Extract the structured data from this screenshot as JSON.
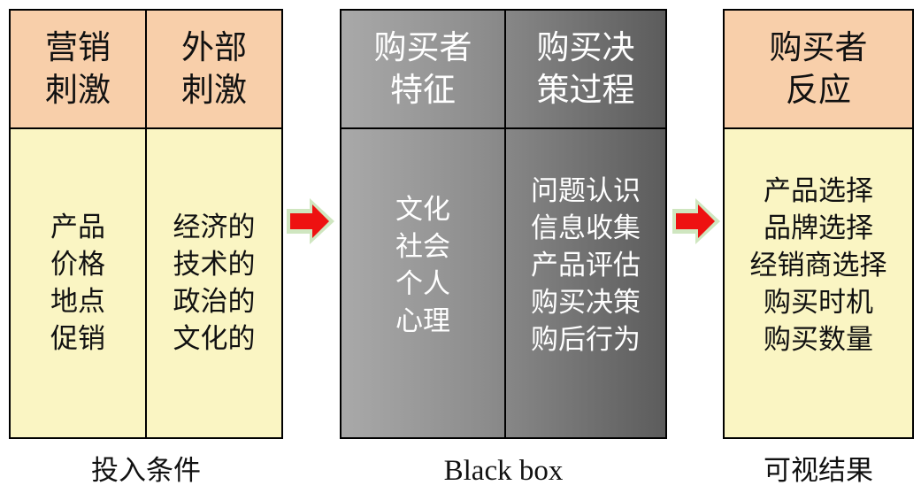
{
  "stimuli": {
    "marketing_header": "营销\n刺激",
    "external_header": "外部\n刺激",
    "marketing_items": "产品\n价格\n地点\n促销",
    "external_items": "经济的\n技术的\n政治的\n文化的",
    "caption": "投入条件"
  },
  "black_box": {
    "traits_header": "购买者\n特征",
    "decision_header": "购买决\n策过程",
    "traits_items": "文化\n社会\n个人\n心理",
    "decision_items": "问题认识\n信息收集\n产品评估\n购买决策\n购后行为",
    "caption": "Black box"
  },
  "response": {
    "header": "购买者\n反应",
    "items": "产品选择\n品牌选择\n经销商选择\n购买时机\n购买数量",
    "caption": "可视结果"
  },
  "colors": {
    "header_fill": "#f8cfaa",
    "body_fill": "#faf5c3",
    "arrow_fill": "#ee1111",
    "arrow_halo": "#cfe6c0"
  },
  "icons": [
    "right-arrow-icon"
  ]
}
